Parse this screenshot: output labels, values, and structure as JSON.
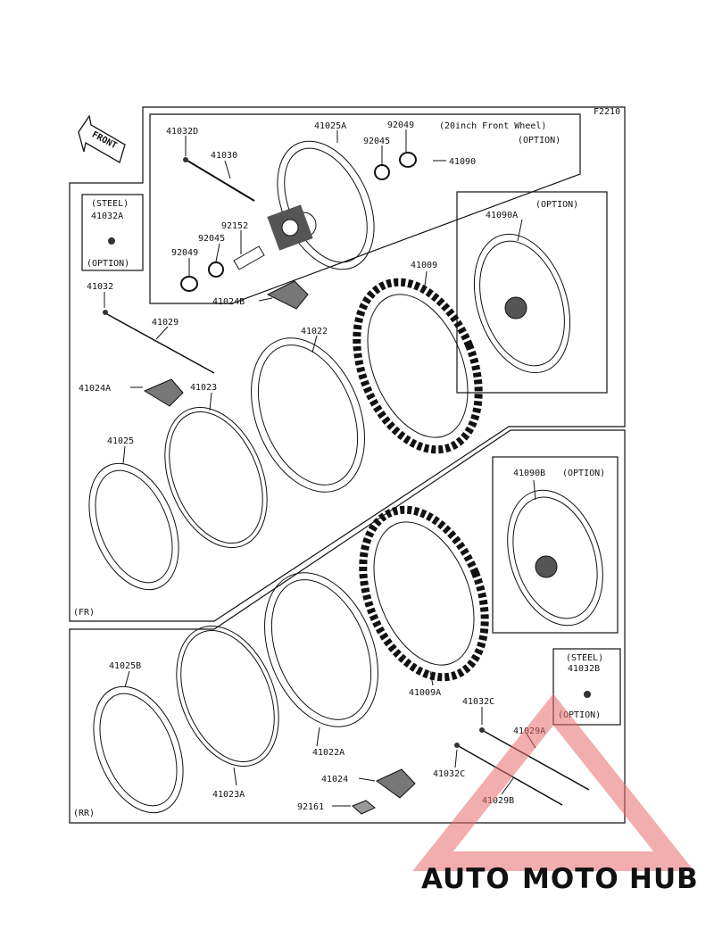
{
  "figure_code": "F2210",
  "front_arrow_label": "FRONT",
  "option_20in_title": "(20inch Front Wheel)",
  "option_tag": "(OPTION)",
  "steel_tag": "(STEEL)",
  "section_front": "(FR)",
  "section_rear": "(RR)",
  "parts": {
    "p41032D": "41032D",
    "p41025A": "41025A",
    "p92049_top": "92049",
    "p92045_top": "92045",
    "p41090": "41090",
    "p41030": "41030",
    "p92152": "92152",
    "p92045_low": "92045",
    "p92049_low": "92049",
    "p41024B": "41024B",
    "p41032A": "41032A",
    "p41032": "41032",
    "p41029": "41029",
    "p41024A": "41024A",
    "p41023": "41023",
    "p41022": "41022",
    "p41009": "41009",
    "p41025": "41025",
    "p41090A": "41090A",
    "p41090B": "41090B",
    "p41009A": "41009A",
    "p41025B": "41025B",
    "p41023A": "41023A",
    "p41022A": "41022A",
    "p41024": "41024",
    "p92161": "92161",
    "p41032B": "41032B",
    "p41032C_top": "41032C",
    "p41029A": "41029A",
    "p41032C_low": "41032C",
    "p41029B": "41029B"
  },
  "watermark": {
    "part1": "AUTO",
    "part2": "MOTO",
    "part3": "HUB",
    "colors": {
      "auto": "#f2b48a",
      "moto": "#f28a8a",
      "hub": "#9a9a9a"
    }
  }
}
